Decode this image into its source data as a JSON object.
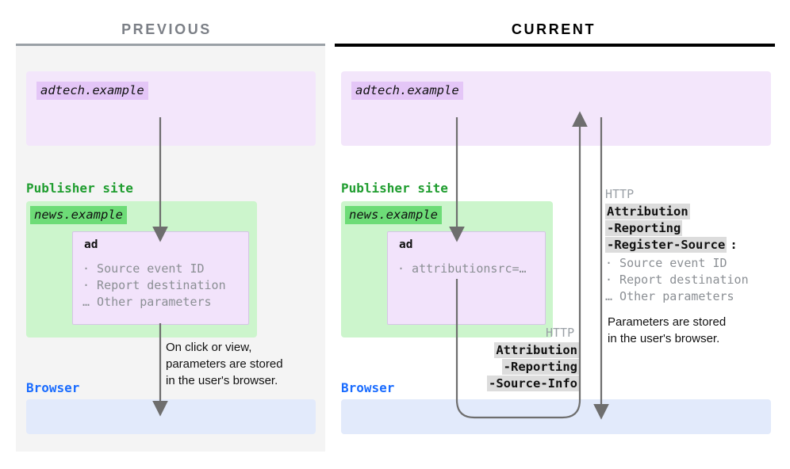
{
  "panels": {
    "previous": {
      "title": "PREVIOUS",
      "adtech_chip": "adtech.example",
      "publisher_label": "Publisher site",
      "news_chip": "news.example",
      "ad_card": {
        "title": "ad",
        "items": [
          "· Source event ID",
          "· Report destination",
          "… Other parameters"
        ]
      },
      "browser_label": "Browser",
      "note": "On click or view,\nparameters are stored\nin the user's browser."
    },
    "current": {
      "title": "CURRENT",
      "adtech_chip": "adtech.example",
      "publisher_label": "Publisher site",
      "news_chip": "news.example",
      "ad_card": {
        "title": "ad",
        "items": [
          "· attributionsrc=…"
        ]
      },
      "browser_label": "Browser",
      "request_callout": {
        "http_label": "HTTP",
        "header_lines": [
          "Attribution",
          "-Reporting",
          "-Source-Info"
        ]
      },
      "response_callout": {
        "http_label": "HTTP",
        "header_lines": [
          "Attribution",
          "-Reporting",
          "-Register-Source"
        ],
        "colon": ":",
        "params": [
          "· Source event ID",
          "· Report destination",
          "… Other parameters"
        ],
        "note": "Parameters are stored\nin the user's browser."
      }
    }
  },
  "colors": {
    "panel_gray": "#f4f4f4",
    "adtech_region": "#f3e6fb",
    "adtech_chip": "#e4c6f7",
    "publisher_region": "#ccf5cc",
    "publisher_chip": "#6ddc77",
    "browser_region": "#e2eafb",
    "publisher_text": "#1f9d2f",
    "browser_text": "#1a6cff",
    "arrow": "#6e6e6e",
    "header_highlight": "#dcdcdc",
    "muted_text": "#8b8f94",
    "title_previous": "#7b7f86",
    "title_current": "#000000"
  }
}
